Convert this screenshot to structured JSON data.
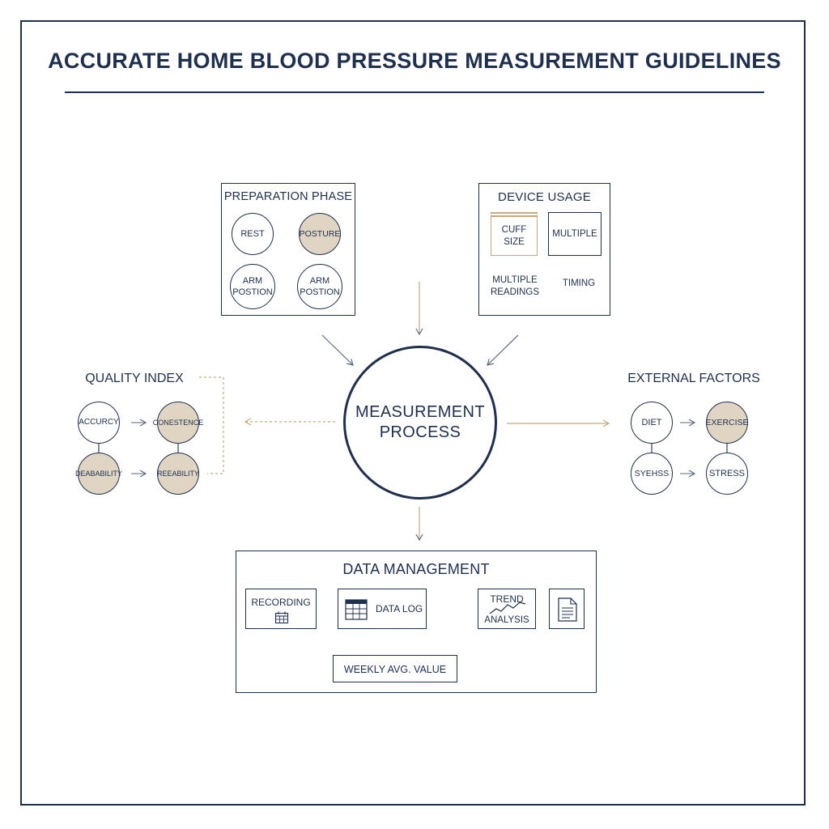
{
  "title": "ACCURATE HOME BLOOD PRESSURE MEASUREMENT GUIDELINES",
  "center": {
    "label_line1": "MEASUREMENT",
    "label_line2": "PROCESS"
  },
  "preparation": {
    "title": "PREPARATION PHASE",
    "items": [
      {
        "label": "REST"
      },
      {
        "label": "POSTURE"
      },
      {
        "label_line1": "ARM",
        "label_line2": "POSTION"
      },
      {
        "label_line1": "ARM",
        "label_line2": "POSTION"
      }
    ]
  },
  "device": {
    "title": "DEVICE USAGE",
    "items": [
      {
        "label_line1": "CUFF",
        "label_line2": "SIZE"
      },
      {
        "label": "MULTIPLE"
      },
      {
        "label_line1": "MULTIPLE",
        "label_line2": "READINGS"
      },
      {
        "label": "TIMING"
      }
    ]
  },
  "quality": {
    "title": "QUALITY INDEX",
    "items": [
      {
        "label": "ACCURCY"
      },
      {
        "label": "CONESTENCE"
      },
      {
        "label": "DEABABILITY"
      },
      {
        "label": "REEABILITY"
      }
    ]
  },
  "external": {
    "title": "EXTERNAL FACTORS",
    "items": [
      {
        "label": "DIET"
      },
      {
        "label": "EXERCISE"
      },
      {
        "label": "SYEHSS"
      },
      {
        "label": "STRESS"
      }
    ]
  },
  "data_management": {
    "title": "DATA MANAGEMENT",
    "recording": "RECORDING",
    "data_log": "DATA LOG",
    "trend_line1": "TREND",
    "trend_line2": "ANALYSIS",
    "weekly": "WEEKLY AVG. VALUE"
  },
  "icons": {
    "calendar": "calendar-icon",
    "table": "table-icon",
    "trend": "trend-chart-icon",
    "document": "document-icon"
  },
  "colors": {
    "navy": "#1e2f50",
    "tan_fill": "#e0d5c2",
    "tan_line": "#c9a97a",
    "arrow_gray": "#5a6a85"
  }
}
